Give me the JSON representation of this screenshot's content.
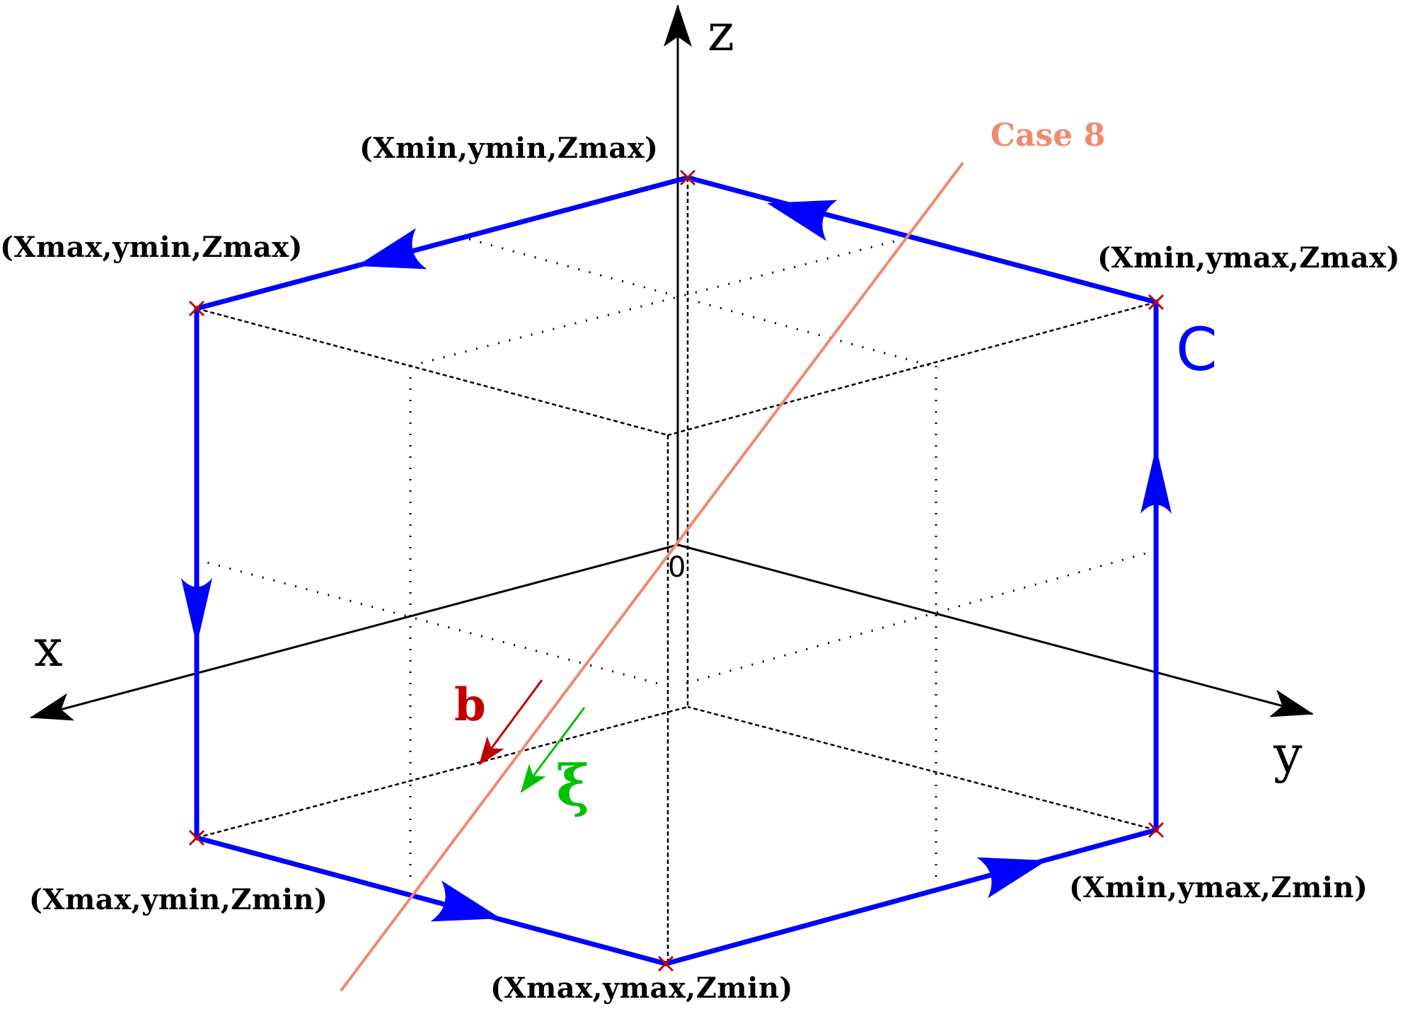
{
  "diagram": {
    "type": "3D box with oriented circuit and dislocation line",
    "axes": {
      "x_label": "x",
      "y_label": "y",
      "z_label": "z",
      "origin_label": "0"
    },
    "vertices": {
      "top": "(Xmin,ymin,Zmax)",
      "top_left": "(Xmax,ymin,Zmax)",
      "top_right": "(Xmin,ymax,Zmax)",
      "bottom_left": "(Xmax,ymin,Zmin)",
      "bottom_right": "(Xmin,ymax,Zmin)",
      "bottom": "(Xmax,ymax,Zmin)"
    },
    "circuit_label": "C",
    "line_label": "Case 8",
    "burgers_vector_label": "b",
    "line_direction_label": "ξ",
    "colors": {
      "circuit": "#0000ff",
      "vertex_marker": "#c00000",
      "dislocation_line": "#ef8a6d",
      "burgers_vector": "#c00000",
      "line_direction": "#00c000",
      "axes": "#000000"
    }
  }
}
